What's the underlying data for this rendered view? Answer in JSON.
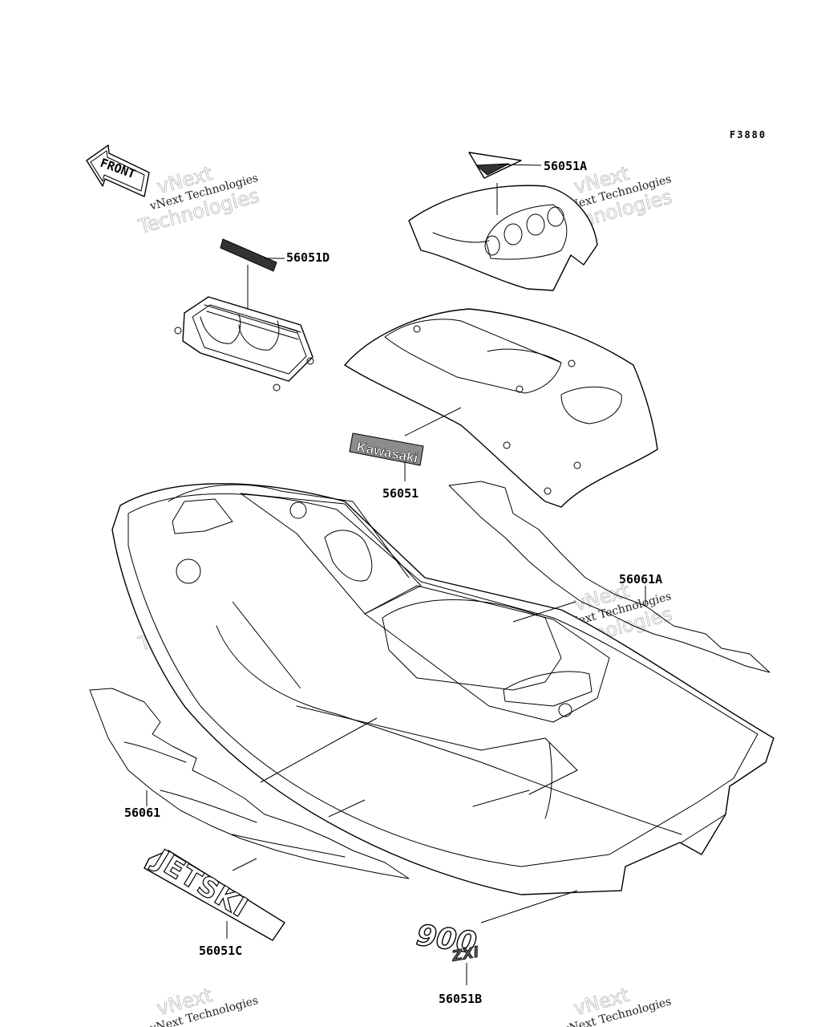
{
  "figure_code": "F3880",
  "front_arrow_text": "FRONT",
  "part_labels": {
    "p56051A": "56051A",
    "p56051D": "56051D",
    "p56051": "56051",
    "p56061A": "56061A",
    "p56061": "56061",
    "p56051C": "56051C",
    "p56051B": "56051B"
  },
  "decal_text": {
    "kawasaki": "Kawasaki",
    "jetski": "JETSKI",
    "model": "900",
    "model_suffix": "ZXi"
  },
  "watermark": {
    "line1": "vNext",
    "line2": "vNext Technologies",
    "line3": "Technologies"
  }
}
